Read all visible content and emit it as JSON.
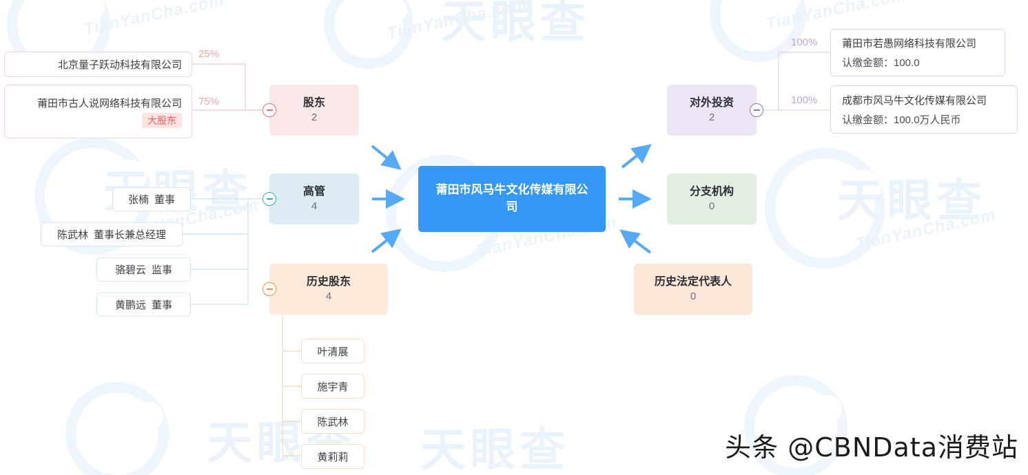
{
  "center": {
    "name": "莆田市风马牛文化传媒有限公司"
  },
  "hubs": {
    "shareholder": {
      "title": "股东",
      "count": "2",
      "toggle_icon": "minus-circle-icon"
    },
    "executive": {
      "title": "高管",
      "count": "4",
      "toggle_icon": "minus-circle-icon"
    },
    "history_shareholder": {
      "title": "历史股东",
      "count": "4",
      "toggle_icon": "minus-circle-icon"
    },
    "investment": {
      "title": "对外投资",
      "count": "2",
      "toggle_icon": "minus-circle-icon"
    },
    "branch": {
      "title": "分支机构",
      "count": "0"
    },
    "history_legal": {
      "title": "历史法定代表人",
      "count": "0"
    }
  },
  "shareholders": [
    {
      "name": "北京量子跃动科技有限公司",
      "percent": "25%",
      "badge": ""
    },
    {
      "name": "莆田市古人说网络科技有限公司",
      "percent": "75%",
      "badge": "大股东"
    }
  ],
  "executives": [
    {
      "name": "张楠",
      "title": "董事"
    },
    {
      "name": "陈武林",
      "title": "董事长兼总经理"
    },
    {
      "name": "骆碧云",
      "title": "监事"
    },
    {
      "name": "黄鹏远",
      "title": "董事"
    }
  ],
  "history_shareholders": [
    {
      "name": "叶清展"
    },
    {
      "name": "施宇青"
    },
    {
      "name": "陈武林"
    },
    {
      "name": "黄莉莉"
    }
  ],
  "investments": [
    {
      "name": "莆田市若愚网络科技有限公司",
      "amount": "认缴金额：100.0",
      "percent": "100%"
    },
    {
      "name": "成都市风马牛文化传媒有限公司",
      "amount": "认缴金额：100.0万人民币",
      "percent": "100%"
    }
  ],
  "watermark": {
    "brand_cn": "天眼查",
    "brand_en": "TianYanCha.com",
    "channel": "头条 @CBNData消费站"
  },
  "colors": {
    "center_blue": "#3498f4",
    "shareholder_pink": "#fbe9e9",
    "executive_cyan": "#dcecf2",
    "history_orange": "#fdeadb",
    "investment_purple": "#ece5f5",
    "branch_green": "#e2eee2",
    "legal_peach": "#fce6d8",
    "badge_red": "#e8635c",
    "arrow_blue": "#56a9f7"
  }
}
